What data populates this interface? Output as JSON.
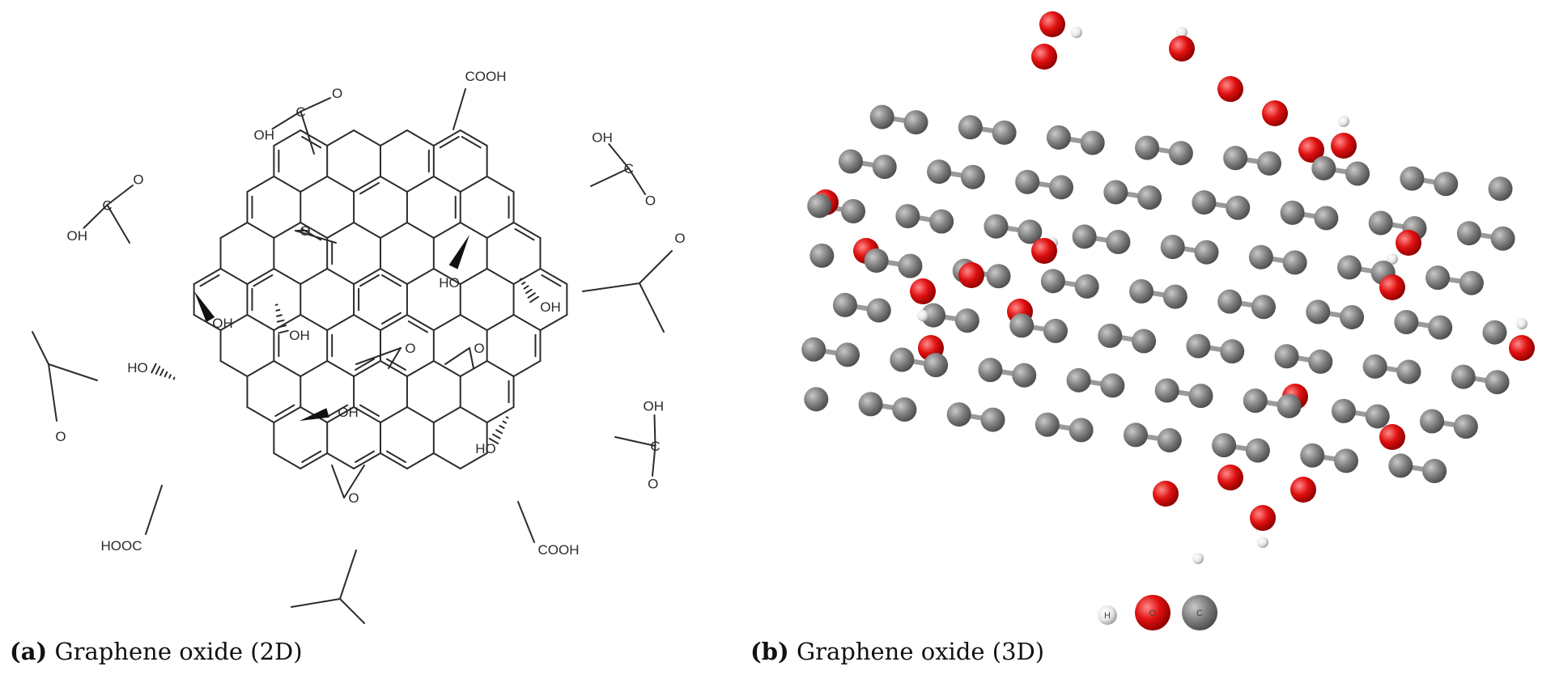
{
  "panel_a": {
    "caption_letter": "(a)",
    "caption_text": "Graphene oxide (2D)",
    "labels": {
      "cooh": "COOH",
      "hooc": "HOOC",
      "oh": "OH",
      "ho": "HO",
      "o": "O",
      "c": "C"
    }
  },
  "panel_b": {
    "caption_letter": "(b)",
    "caption_text": "Graphene oxide (3D)",
    "legend": {
      "hydrogen": "H",
      "oxygen": "O",
      "carbon": "C"
    },
    "colors": {
      "carbon": "#7d7d7d",
      "oxygen": "#e01010",
      "hydrogen": "#e6e6e6",
      "bond": "#9a9a9a"
    }
  }
}
